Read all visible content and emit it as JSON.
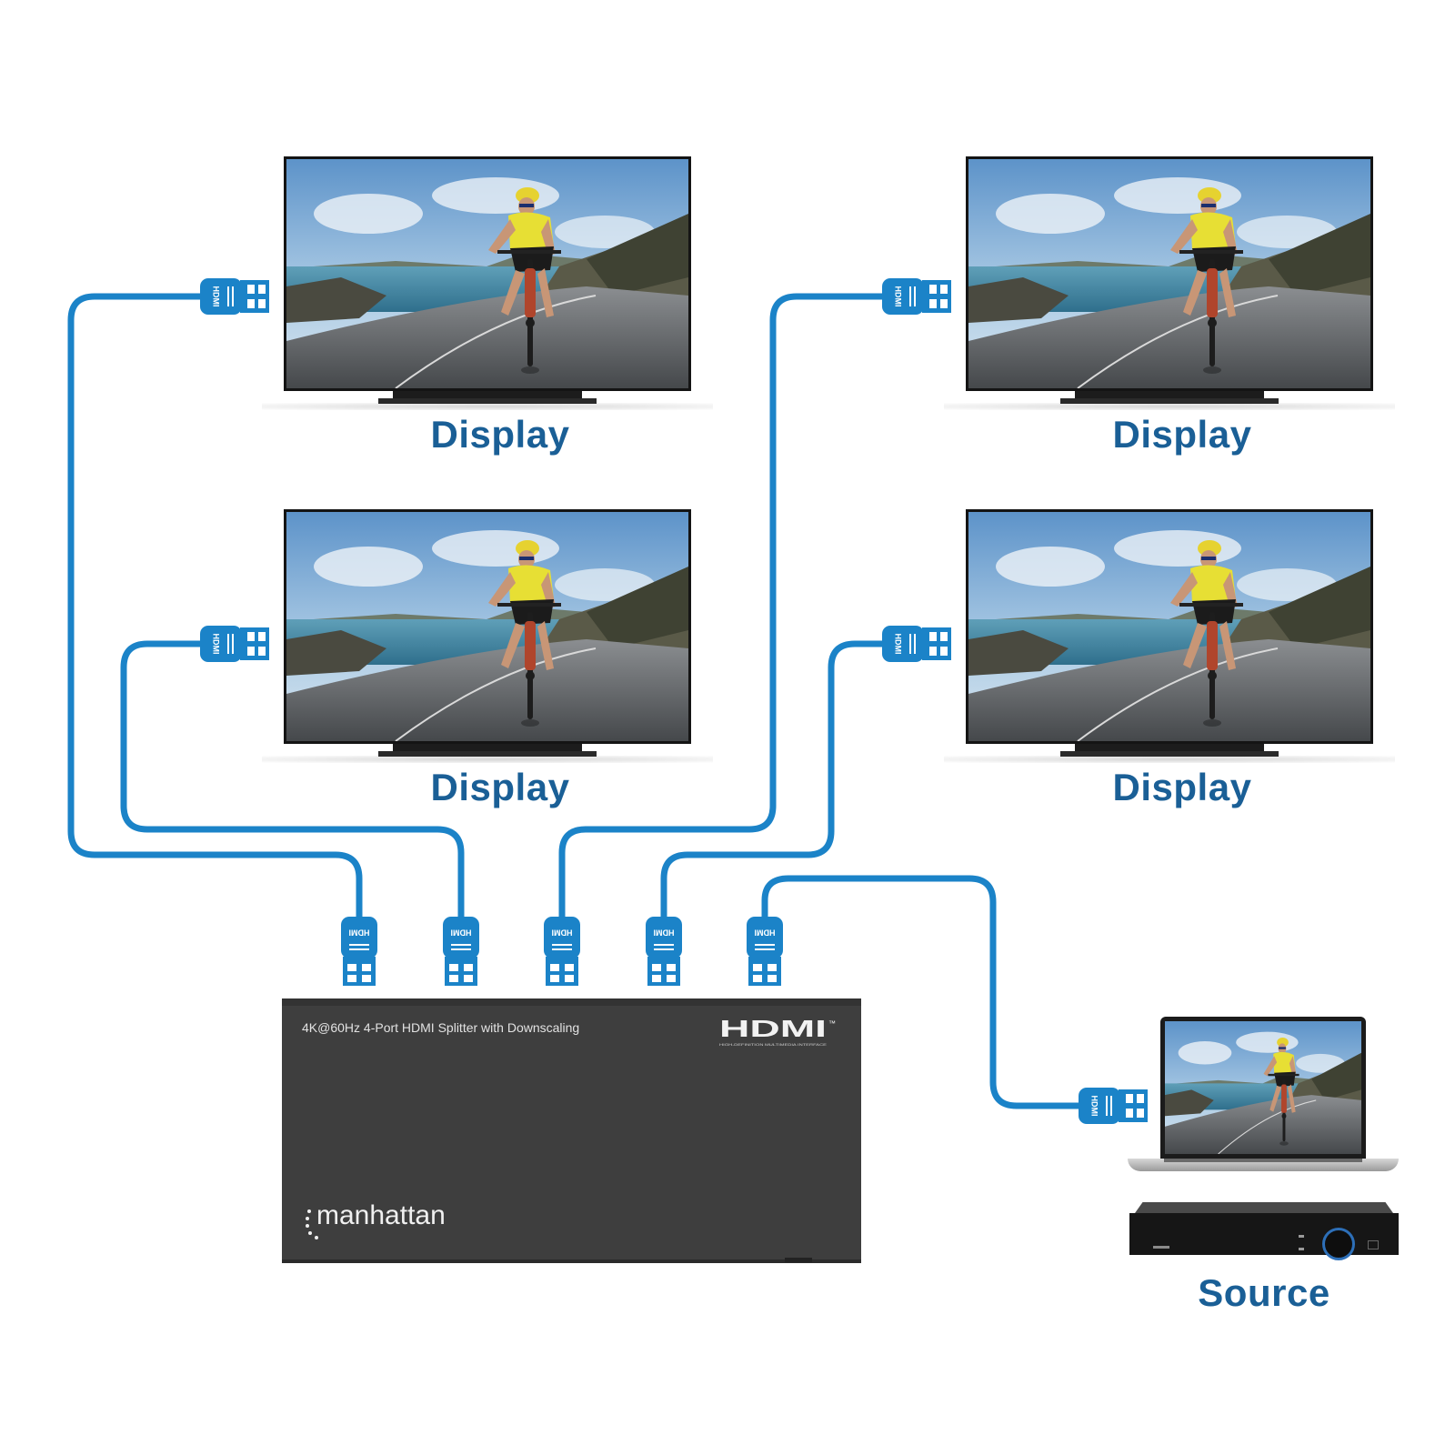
{
  "colors": {
    "cable": "#1b83c8",
    "label": "#1a5f96",
    "device_body": "#3e3e3e"
  },
  "displays": [
    {
      "label": "Display"
    },
    {
      "label": "Display"
    },
    {
      "label": "Display"
    },
    {
      "label": "Display"
    }
  ],
  "source": {
    "label": "Source"
  },
  "splitter": {
    "model_text": "4K@60Hz 4-Port HDMI Splitter with Downscaling",
    "hdmi_logo_text": "HDMI",
    "hdmi_tm": "™",
    "hdmi_tagline": "HIGH-DEFINITION MULTIMEDIA INTERFACE",
    "brand": "manhattan"
  },
  "connectors": {
    "label": "HDMI",
    "count": 10
  },
  "icons": [
    "hdmi-connector-icon",
    "tv-icon",
    "laptop-icon",
    "dvr-icon",
    "cyclist-scene-icon"
  ]
}
